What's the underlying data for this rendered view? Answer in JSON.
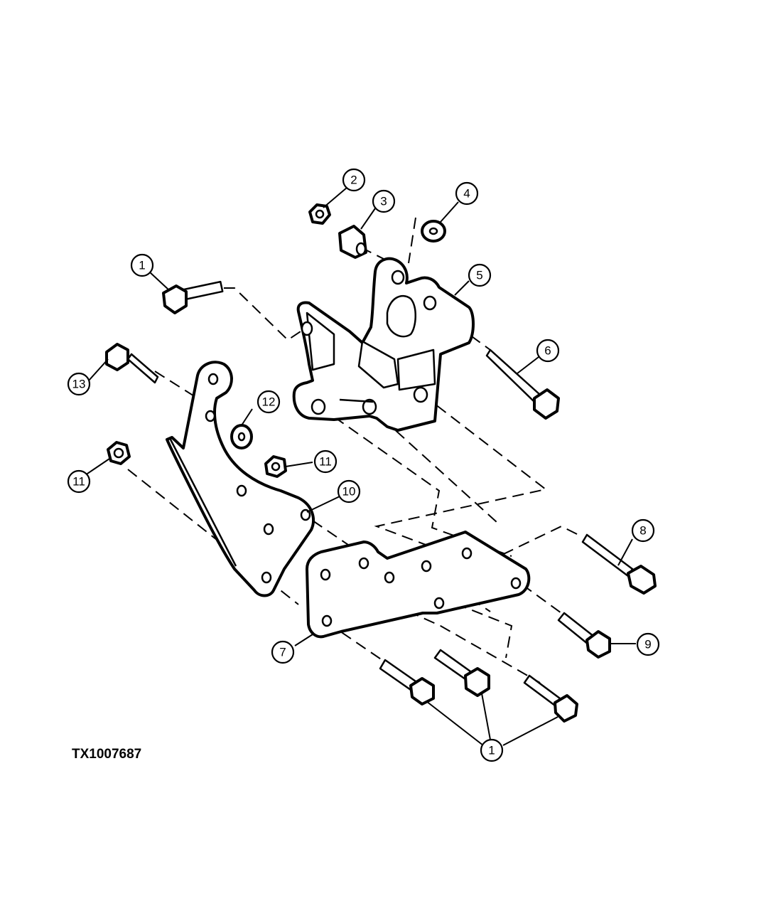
{
  "figure_id": "TX1007687",
  "callouts": [
    "1",
    "2",
    "3",
    "4",
    "5",
    "6",
    "1",
    "7",
    "8",
    "9",
    "10",
    "11",
    "12",
    "13",
    "11"
  ]
}
